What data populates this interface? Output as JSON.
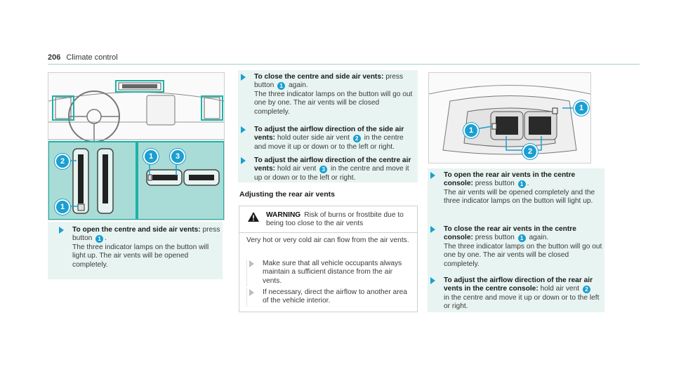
{
  "header": {
    "page_number": "206",
    "section": "Climate control"
  },
  "col1": {
    "item1": {
      "lead": "To open the centre and side air vents:",
      "t1": " press button ",
      "n1": "1",
      "t2": ".",
      "t3": "The three indicator lamps on the button will light up. The air vents will be opened completely."
    }
  },
  "col2": {
    "item1": {
      "lead": "To close the centre and side air vents:",
      "t1": " press button ",
      "n1": "1",
      "t2": " again.",
      "t3": "The three indicator lamps on the button will go out one by one. The air vents will be closed completely."
    },
    "item2": {
      "lead": "To adjust the airflow direction of the side air vents:",
      "t1": " hold outer side air vent ",
      "n1": "2",
      "t2": " in the centre and move it up or down or to the left or right."
    },
    "item3": {
      "lead": "To adjust the airflow direction of the centre air vents:",
      "t1": " hold air vent ",
      "n1": "3",
      "t2": " in the centre and move it up or down or to the left or right."
    },
    "subheading": "Adjusting the rear air vents",
    "warning": {
      "label": "WARNING",
      "title": "Risk of burns or frostbite due to being too close to the air vents",
      "body": "Very hot or very cold air can flow from the air vents.",
      "sub1": "Make sure that all vehicle occupants always maintain a sufficient distance from the air vents.",
      "sub2": "If necessary, direct the airflow to another area of the vehicle interior."
    }
  },
  "col3": {
    "item1": {
      "lead": "To open the rear air vents in the centre console:",
      "t1": " press button ",
      "n1": "1",
      "t2": ".",
      "t3": "The air vents will be opened completely and the three indicator lamps on the button will light up."
    },
    "item2": {
      "lead": "To close the rear air vents in the centre console:",
      "t1": " press button ",
      "n1": "1",
      "t2": " again.",
      "t3": "The three indicator lamps on the button will go out one by one. The air vents will be closed completely."
    },
    "item3": {
      "lead": "To adjust the airflow direction of the rear air vents in the centre console:",
      "t1": " hold air vent ",
      "n1": "2",
      "t2": "in the centre and move it up or down or to the left or right."
    }
  },
  "figure1": {
    "callouts": [
      "2",
      "1",
      "1",
      "3"
    ]
  },
  "figure2": {
    "callouts": [
      "1",
      "1",
      "2"
    ]
  },
  "colors": {
    "accent": "#1b9fd1",
    "note_bg": "#e8f4f1",
    "rule": "#9fd3c7"
  }
}
